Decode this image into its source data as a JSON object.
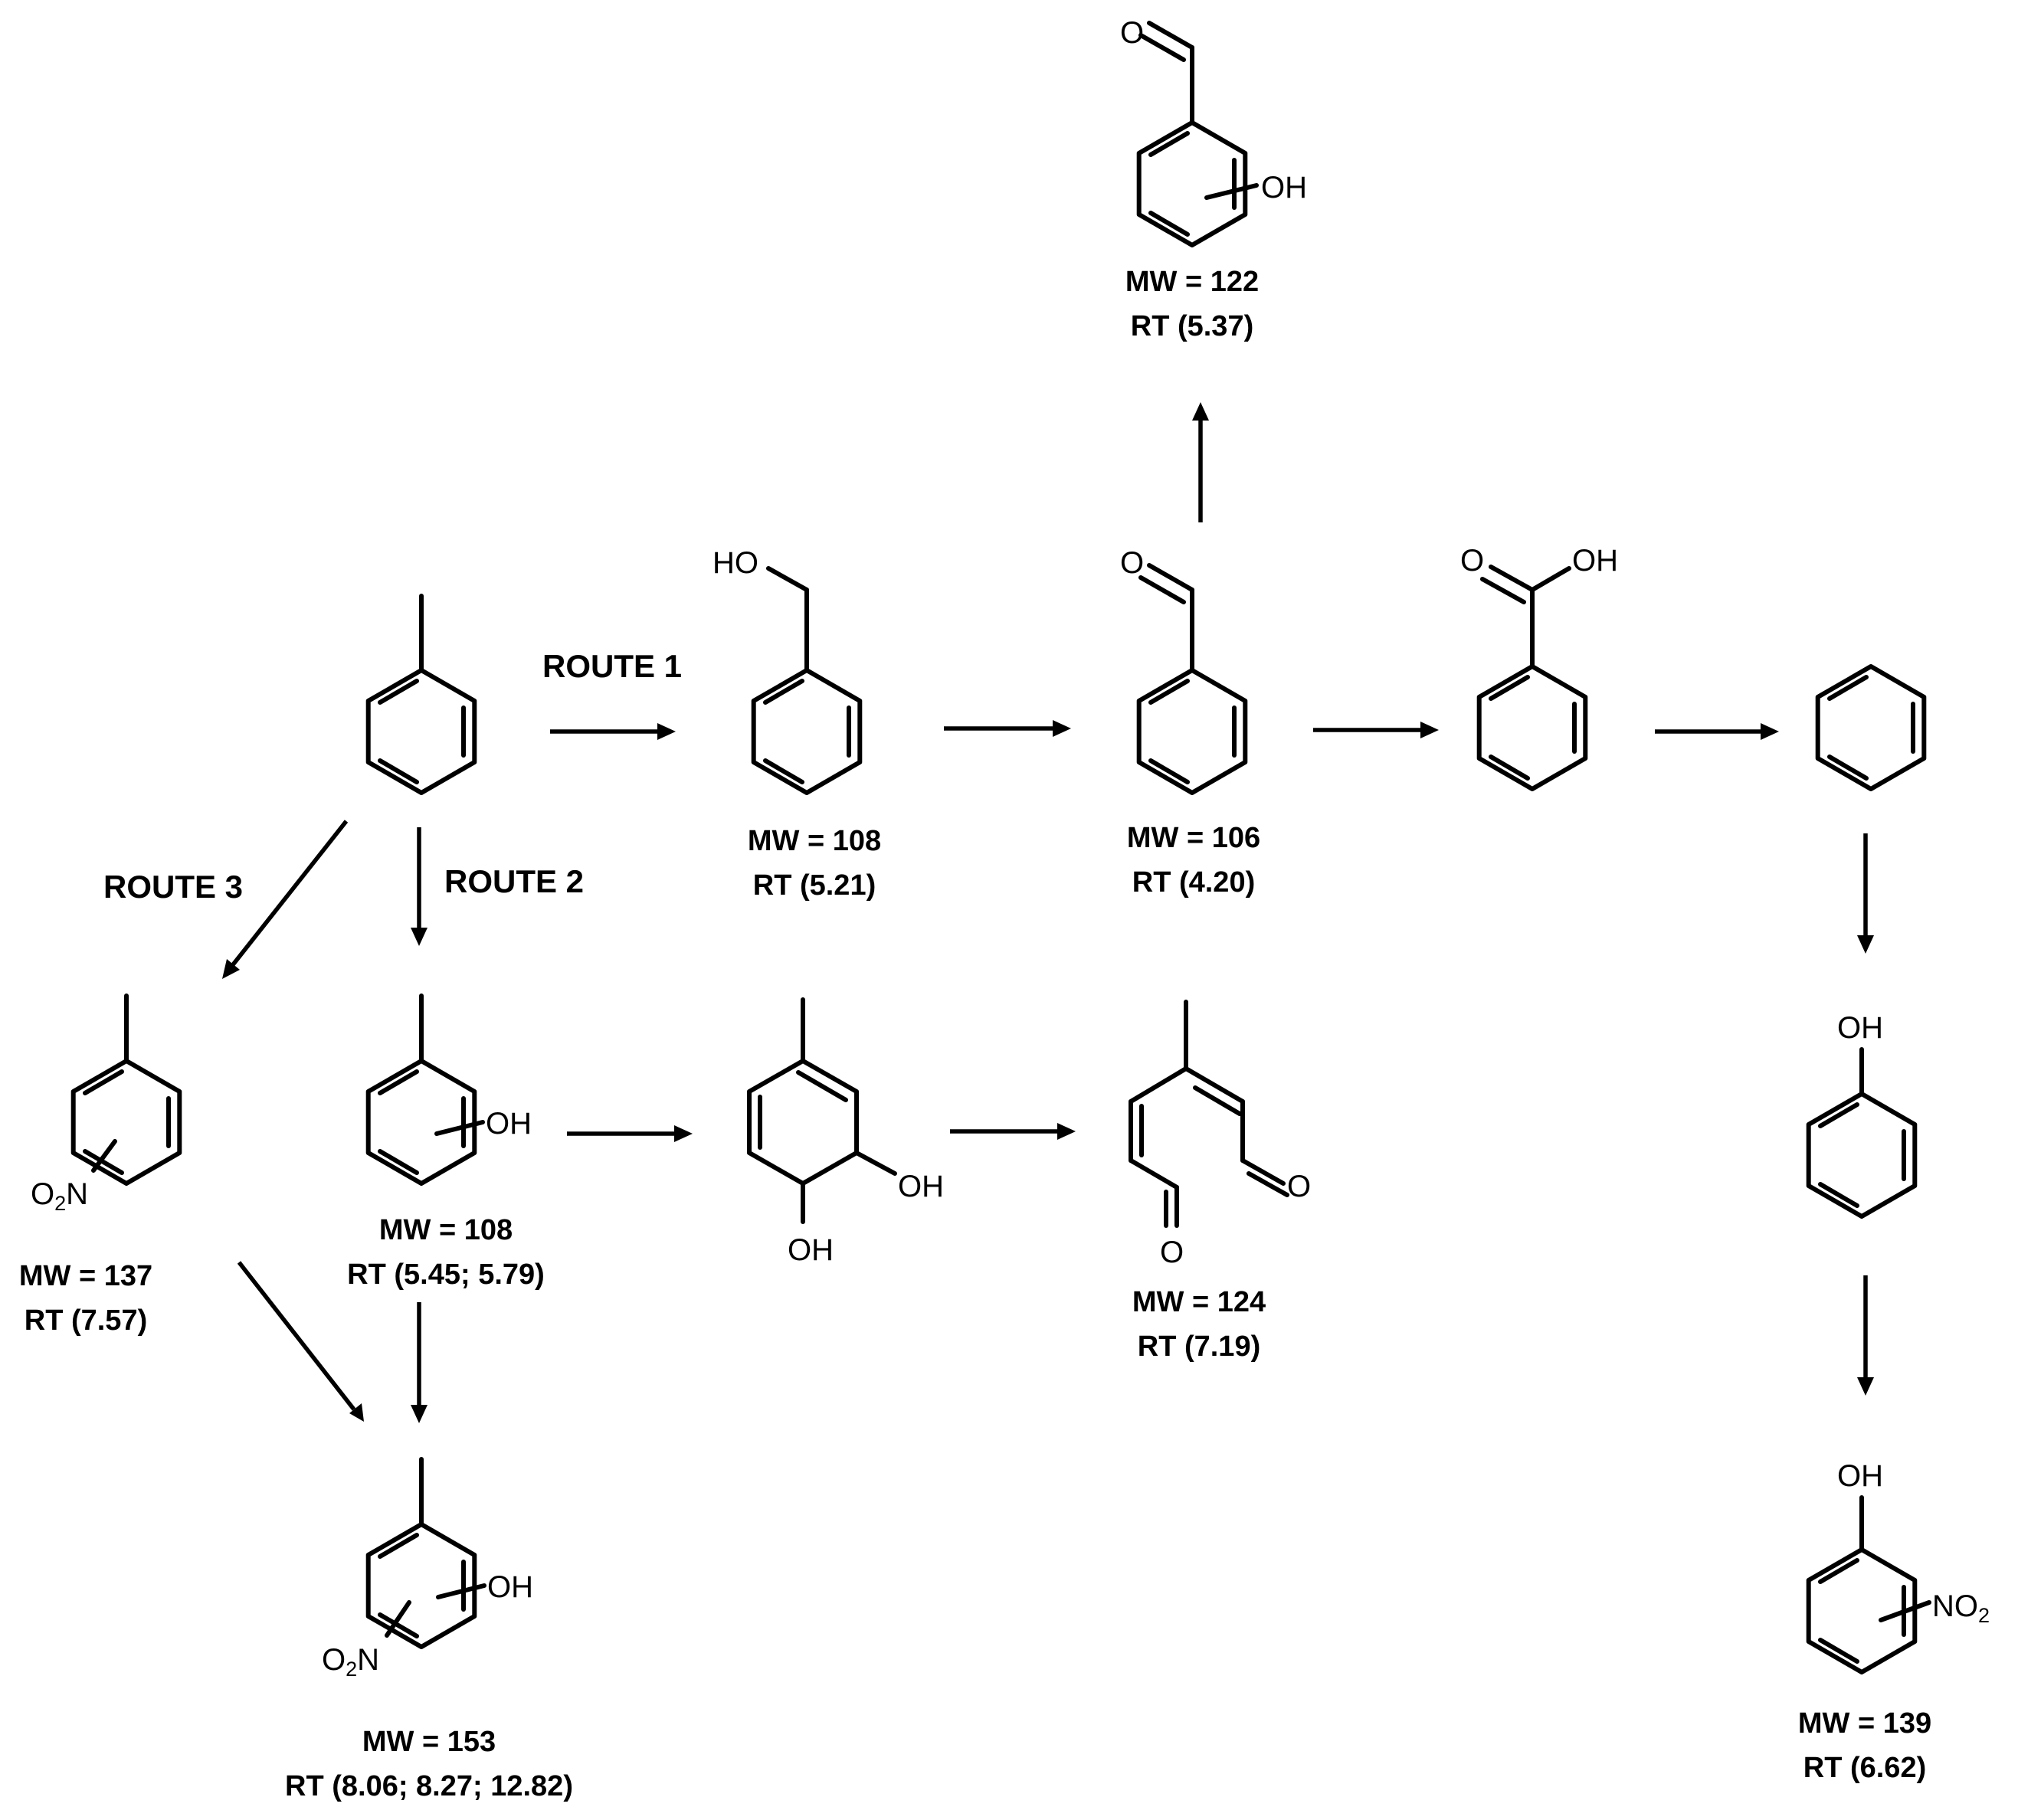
{
  "atom_labels": {
    "oh": "OH",
    "ho": "HO",
    "o": "O",
    "n": "N",
    "o2": "O",
    "sub2": "2",
    "no": "NO"
  },
  "routes": {
    "route1": "ROUTE 1",
    "route2": "ROUTE 2",
    "route3": "ROUTE 3"
  },
  "compounds": {
    "toluene": {},
    "benzyl_alcohol": {
      "mw": "MW = 108",
      "rt": "RT (5.21)"
    },
    "benzaldehyde": {
      "mw": "MW = 106",
      "rt": "RT (4.20)"
    },
    "hydroxybenzaldehyde": {
      "mw": "MW = 122",
      "rt": "RT (5.37)"
    },
    "benzoic_acid": {},
    "benzene": {},
    "phenol": {},
    "nitrophenol": {
      "mw": "MW = 139",
      "rt": "RT (6.62)"
    },
    "cresol": {
      "mw": "MW = 108",
      "rt": "RT (5.45; 5.79)"
    },
    "dihydrodiol": {},
    "methyl_hexadienedial": {
      "mw": "MW = 124",
      "rt": "RT (7.19)"
    },
    "nitrotoluene": {
      "mw": "MW = 137",
      "rt": "RT (7.57)"
    },
    "methyl_nitrophenol": {
      "mw": "MW = 153",
      "rt": "RT (8.06; 8.27; 12.82)"
    }
  }
}
